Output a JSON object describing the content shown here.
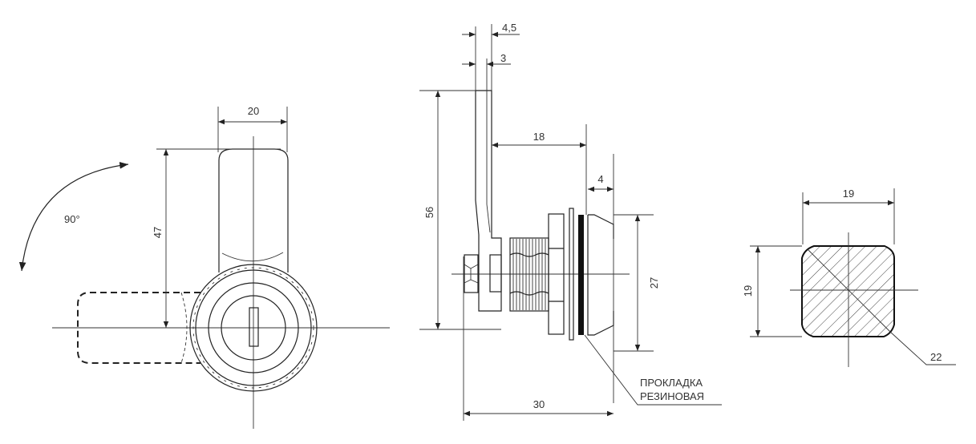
{
  "front_view": {
    "rotation_label": "90°",
    "width_dim": "20",
    "height_dim": "47"
  },
  "side_view": {
    "lever_thickness_dim": "4,5",
    "plate_thickness_dim": "3",
    "lever_offset_dim": "18",
    "head_depth_dim": "4",
    "lever_height_dim": "56",
    "head_diameter_dim": "27",
    "total_length_dim": "30",
    "gasket_label_line1": "ПРОКЛАДКА",
    "gasket_label_line2": "РЕЗИНОВАЯ"
  },
  "cutout_view": {
    "width_dim": "19",
    "height_dim": "19",
    "diagonal_dim": "22"
  }
}
